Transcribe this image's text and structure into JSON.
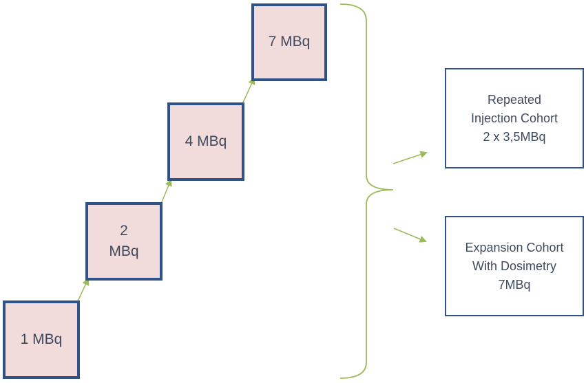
{
  "dose_steps": [
    {
      "label": "1 MBq"
    },
    {
      "label": "2\nMBq"
    },
    {
      "label": "4 MBq"
    },
    {
      "label": "7 MBq"
    }
  ],
  "cohorts": [
    {
      "label": "Repeated\nInjection Cohort\n2 x 3,5MBq"
    },
    {
      "label": "Expansion Cohort\nWith Dosimetry\n7MBq"
    }
  ],
  "colors": {
    "box_fill": "#f2dcdb",
    "box_border": "#2f5288",
    "text": "#3e4a5e",
    "connector": "#9bbb59"
  }
}
